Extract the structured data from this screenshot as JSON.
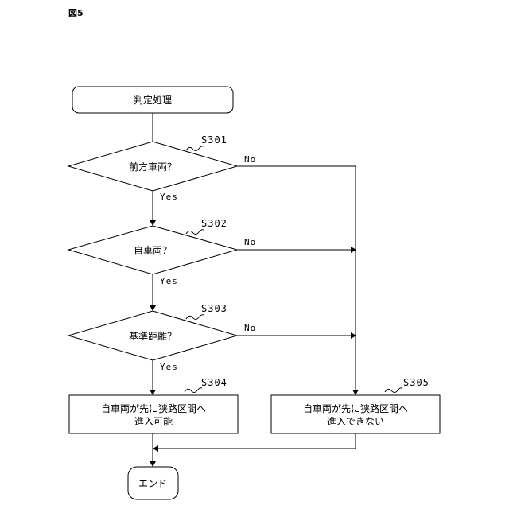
{
  "figure": {
    "label": "図5"
  },
  "nodes": {
    "start": {
      "text": "判定処理"
    },
    "decision_front_vehicle": {
      "text": "前方車両？",
      "step": "S301"
    },
    "decision_own_vehicle": {
      "text": "自車両？",
      "step": "S302"
    },
    "decision_reference_distance": {
      "text": "基準距離？",
      "step": "S303"
    },
    "result_can_enter": {
      "lines": [
        "自車両が先に狭路区間へ",
        "進入可能"
      ],
      "step": "S304"
    },
    "result_cannot_enter": {
      "lines": [
        "自車両が先に狭路区間へ",
        "進入できない"
      ],
      "step": "S305"
    },
    "end": {
      "text": "エンド"
    }
  },
  "edges": {
    "yes": "Yes",
    "no": "No"
  }
}
